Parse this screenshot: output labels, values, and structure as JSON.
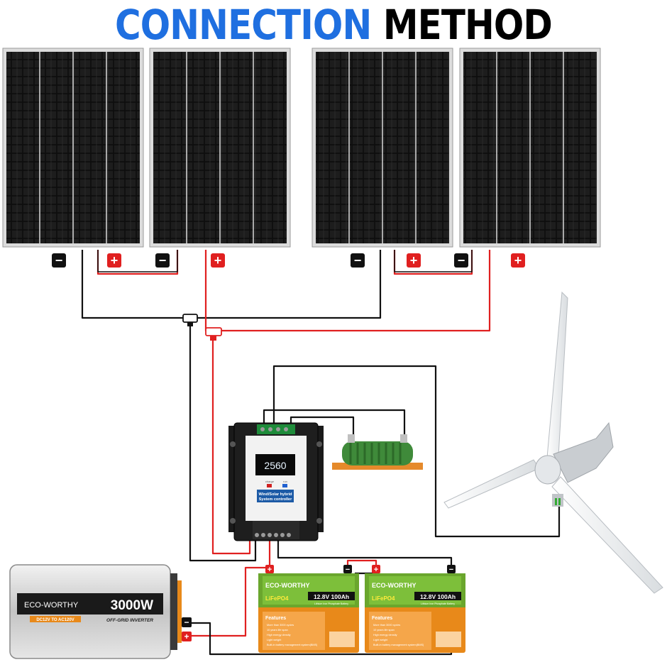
{
  "title": {
    "word1": "CONNECTION",
    "word2": "METHOD"
  },
  "colors": {
    "title_blue": "#1f6fe0",
    "wire_red": "#e02020",
    "wire_black": "#111111",
    "battery_green": "#6aa62d",
    "battery_orange": "#e8891a"
  },
  "terminals": {
    "negative": "−",
    "positive": "+"
  },
  "controller": {
    "display": "2560",
    "label_line1": "Wind/Solar hybrid",
    "label_line2": "System controller",
    "indicator_charge": "charge",
    "indicator_run": "run"
  },
  "inverter": {
    "brand": "ECO-WORTHY",
    "power": "3000W",
    "badge": "DC12V TO AC120V",
    "subtitle": "OFF-GRID INVERTER"
  },
  "batteries": [
    {
      "brand": "ECO-WORTHY",
      "chemistry": "LiFePO4",
      "rating": "12.8V 100Ah",
      "subtitle": "Lithium Iron Phosphate Battery",
      "features_title": "Features",
      "features": [
        "More than 3000 cycles",
        "10 years life span",
        "High energy density",
        "Light weight",
        "Built-in battery management system(BMS)"
      ]
    },
    {
      "brand": "ECO-WORTHY",
      "chemistry": "LiFePO4",
      "rating": "12.8V 100Ah",
      "subtitle": "Lithium Iron Phosphate Battery",
      "features_title": "Features",
      "features": [
        "More than 3000 cycles",
        "10 years life span",
        "High energy density",
        "Light weight",
        "Built-in battery management system(BMS)"
      ]
    }
  ],
  "icons": [
    "solar-panel-icon",
    "wind-turbine-icon",
    "dump-load-resistor-icon",
    "wire-connector-icon"
  ]
}
